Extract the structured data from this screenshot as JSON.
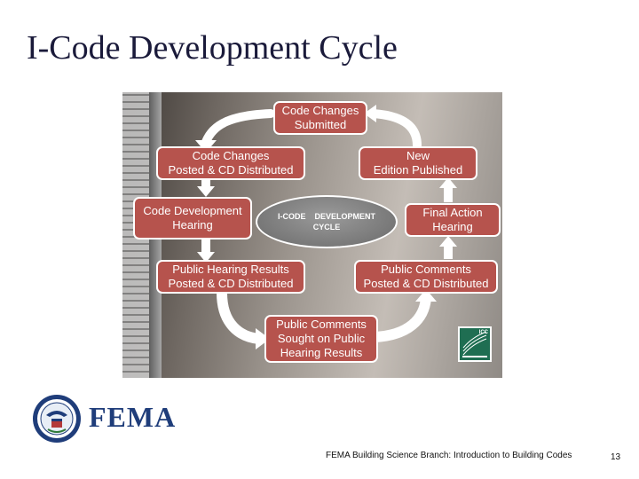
{
  "title": "I-Code Development Cycle",
  "center": {
    "line1": "I-CODE",
    "line2": "DEVELOPMENT",
    "line3": "CYCLE"
  },
  "steps": [
    {
      "label": "Code Changes\nSubmitted"
    },
    {
      "label": "Code Changes\nPosted & CD Distributed"
    },
    {
      "label": "Code Development\nHearing"
    },
    {
      "label": "Public Hearing Results\nPosted & CD Distributed"
    },
    {
      "label": "Public Comments\nSought on Public\nHearing Results"
    },
    {
      "label": "Public Comments\nPosted & CD Distributed"
    },
    {
      "label": "Final Action\nHearing"
    },
    {
      "label": "New\nEdition Published"
    }
  ],
  "logos": {
    "fema": "FEMA",
    "icc_short": "ICC",
    "seal_icon": "dhs-seal-icon"
  },
  "colors": {
    "box": "#b6534d",
    "title": "#1a1a3a",
    "fema": "#1f3d7a"
  },
  "footer": {
    "text": "FEMA Building Science Branch: Introduction to Building Codes",
    "page": "13"
  }
}
